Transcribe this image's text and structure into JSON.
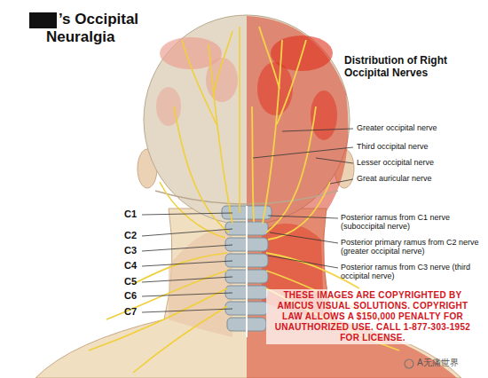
{
  "diagram": {
    "title": "’s Occipital Neuralgia",
    "labels": [
      "Distribution of Right Occipital Nerves",
      "Greater occipital nerve",
      "Third occipital nerve",
      "Lesser occipital nerve",
      "Great auricular nerve",
      "C1",
      "C2",
      "C3",
      "C4",
      "C5",
      "C6",
      "C7",
      "Posterior ramus from C1 nerve (suboccipital nerve)",
      "Posterior primary ramus from C2 nerve (greater occipital nerve)",
      "Posterior ramus from C3 nerve (third occipital nerve)",
      "THESE IMAGES ARE COPYRIGHTED BY AMICUS VISUAL SOLUTIONS. COPYRIGHT LAW ALLOWS A $150,000 PENALTY FOR UNAUTHORIZED USE. CALL 1-877-303-1952 FOR LICENSE.",
      "A无痛世界"
    ]
  }
}
